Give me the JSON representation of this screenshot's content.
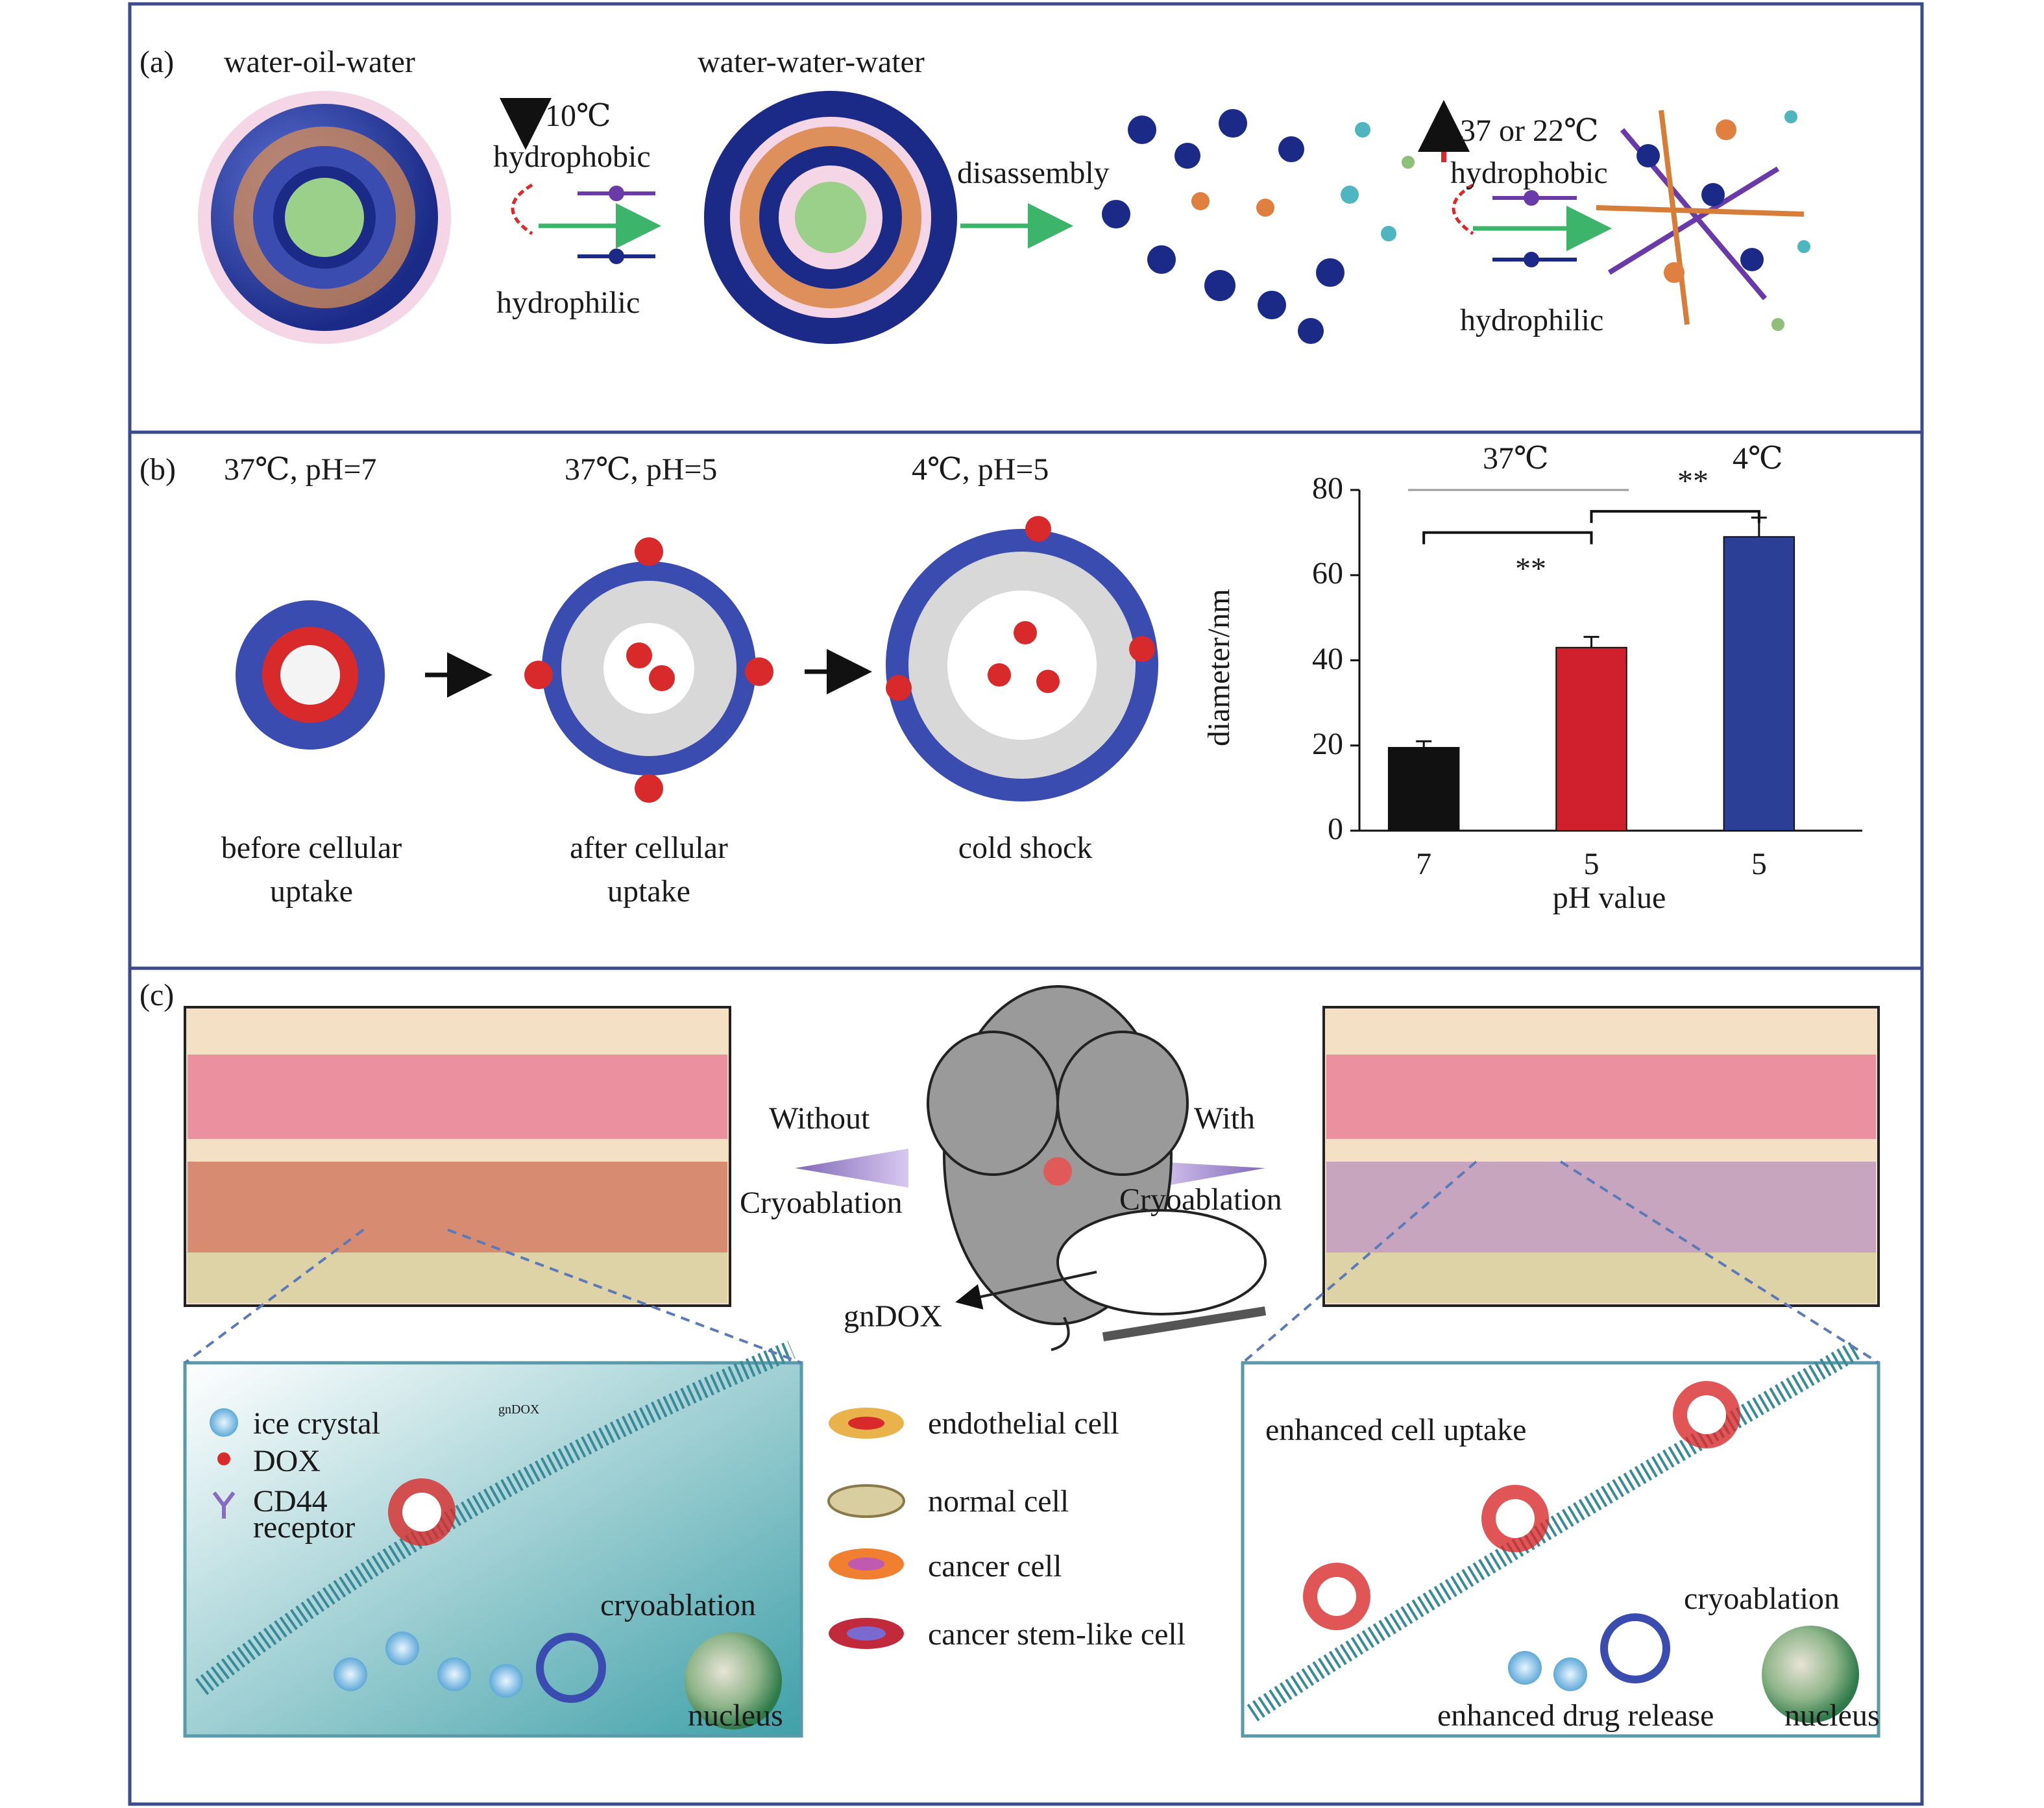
{
  "panel_a": {
    "tag": "(a)",
    "title_woo": "water-oil-water",
    "title_www": "water-water-water",
    "temp1": "10℃",
    "hydrophobic1": "hydrophobic",
    "hydrophilic1": "hydrophilic",
    "disassembly": "disassembly",
    "temp2": "37 or 22℃",
    "hydrophobic2": "hydrophobic",
    "hydrophilic2": "hydrophilic"
  },
  "panel_b": {
    "tag": "(b)",
    "cond1": "37℃, pH=7",
    "cond2": "37℃, pH=5",
    "cond3": "4℃, pH=5",
    "state1_line1": "before cellular",
    "state1_line2": "uptake",
    "state2_line1": "after cellular",
    "state2_line2": "uptake",
    "state3": "cold shock"
  },
  "chart_data": {
    "type": "bar",
    "categories": [
      "7",
      "5",
      "5"
    ],
    "values": [
      19.5,
      43,
      69
    ],
    "errors": [
      1.5,
      2.5,
      4.5
    ],
    "colors": [
      "#111111",
      "#d0202e",
      "#2b3f96"
    ],
    "ylabel": "diameter/nm",
    "xlabel": "pH value",
    "ylim": [
      0,
      80
    ],
    "yticks": [
      "0",
      "20",
      "40",
      "60",
      "80"
    ],
    "group_labels": [
      "37℃",
      "4℃"
    ],
    "significance": [
      "**",
      "**"
    ]
  },
  "panel_c": {
    "tag": "(c)",
    "without": "Without",
    "with": "With",
    "cryo_left": "Cryoablation",
    "cryo_right": "Cryoablation",
    "gndox": "gnDOX",
    "inset_gndox": "gnDOX",
    "legend_left": {
      "ice": "ice crystal",
      "dox": "DOX",
      "cd44_line1": "CD44",
      "cd44_line2": "receptor"
    },
    "cryoablation_left": "cryoablation",
    "nucleus_left": "nucleus",
    "legend_center": {
      "endothelial": "endothelial cell",
      "normal": "normal cell",
      "cancer": "cancer cell",
      "stem": "cancer stem-like cell"
    },
    "enhanced_uptake": "enhanced cell uptake",
    "cryoablation_right": "cryoablation",
    "enhanced_release": "enhanced drug release",
    "nucleus_right": "nucleus"
  }
}
